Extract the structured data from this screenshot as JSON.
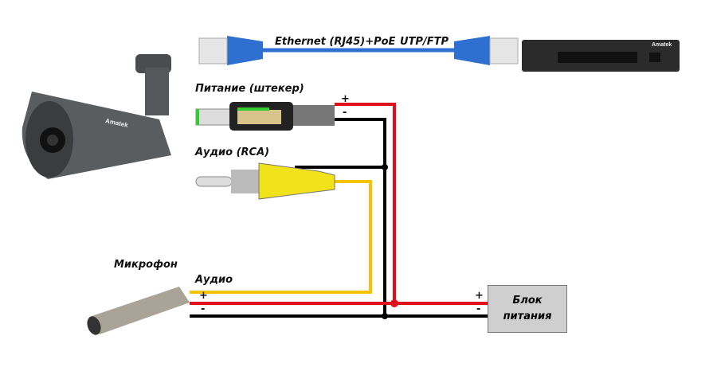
{
  "labels": {
    "ethernet": "Ethernet (RJ45)+PoE",
    "cable_type": "UTP/FTP",
    "power_plug": "Питание (штекер)",
    "audio_rca": "Аудио (RCA)",
    "microphone": "Микрофон",
    "audio": "Аудио",
    "power_supply": "Блок питания",
    "plus": "+",
    "minus": "-"
  },
  "devices": {
    "camera_brand": "Amatek",
    "switch_brand": "Amatek"
  },
  "colors": {
    "positive_wire": "#e0101a",
    "negative_wire": "#000000",
    "audio_wire": "#f5c400",
    "ethernet_cable": "#2f6fd0",
    "power_supply": "#cfcfcf"
  }
}
